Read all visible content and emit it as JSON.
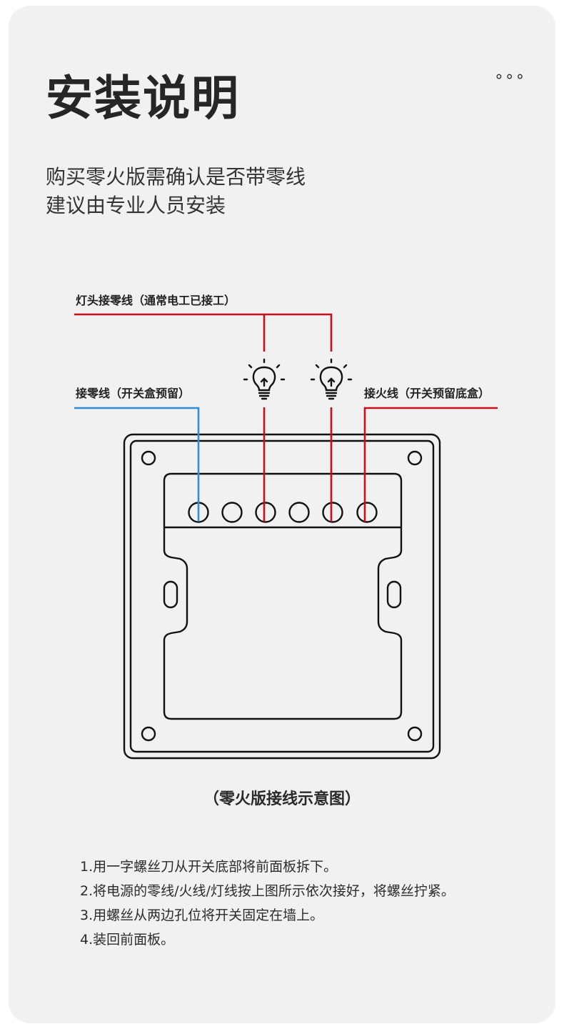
{
  "page": {
    "title": "安装说明",
    "more_dots": "∘∘∘",
    "subtitle_lines": [
      "购买零火版需确认是否带零线",
      "建议由专业人员安装"
    ]
  },
  "diagram": {
    "label_lamp_neutral": "灯头接零线（通常电工已接工）",
    "label_neutral": "接零线（开关盒预留）",
    "label_live": "接火线（开关预留底盒）",
    "caption": "（零火版接线示意图）",
    "colors": {
      "live_wire": "#c8101c",
      "neutral_wire": "#2f8fd6",
      "outline": "#111111",
      "background": "#f1f1f1"
    },
    "icons": [
      "light-bulb-icon",
      "light-bulb-icon"
    ]
  },
  "steps": [
    "1.用一字螺丝刀从开关底部将前面板拆下。",
    "2.将电源的零线/火线/灯线按上图所示依次接好，将螺丝拧紧。",
    "3.用螺丝从两边孔位将开关固定在墙上。",
    "4.装回前面板。"
  ]
}
